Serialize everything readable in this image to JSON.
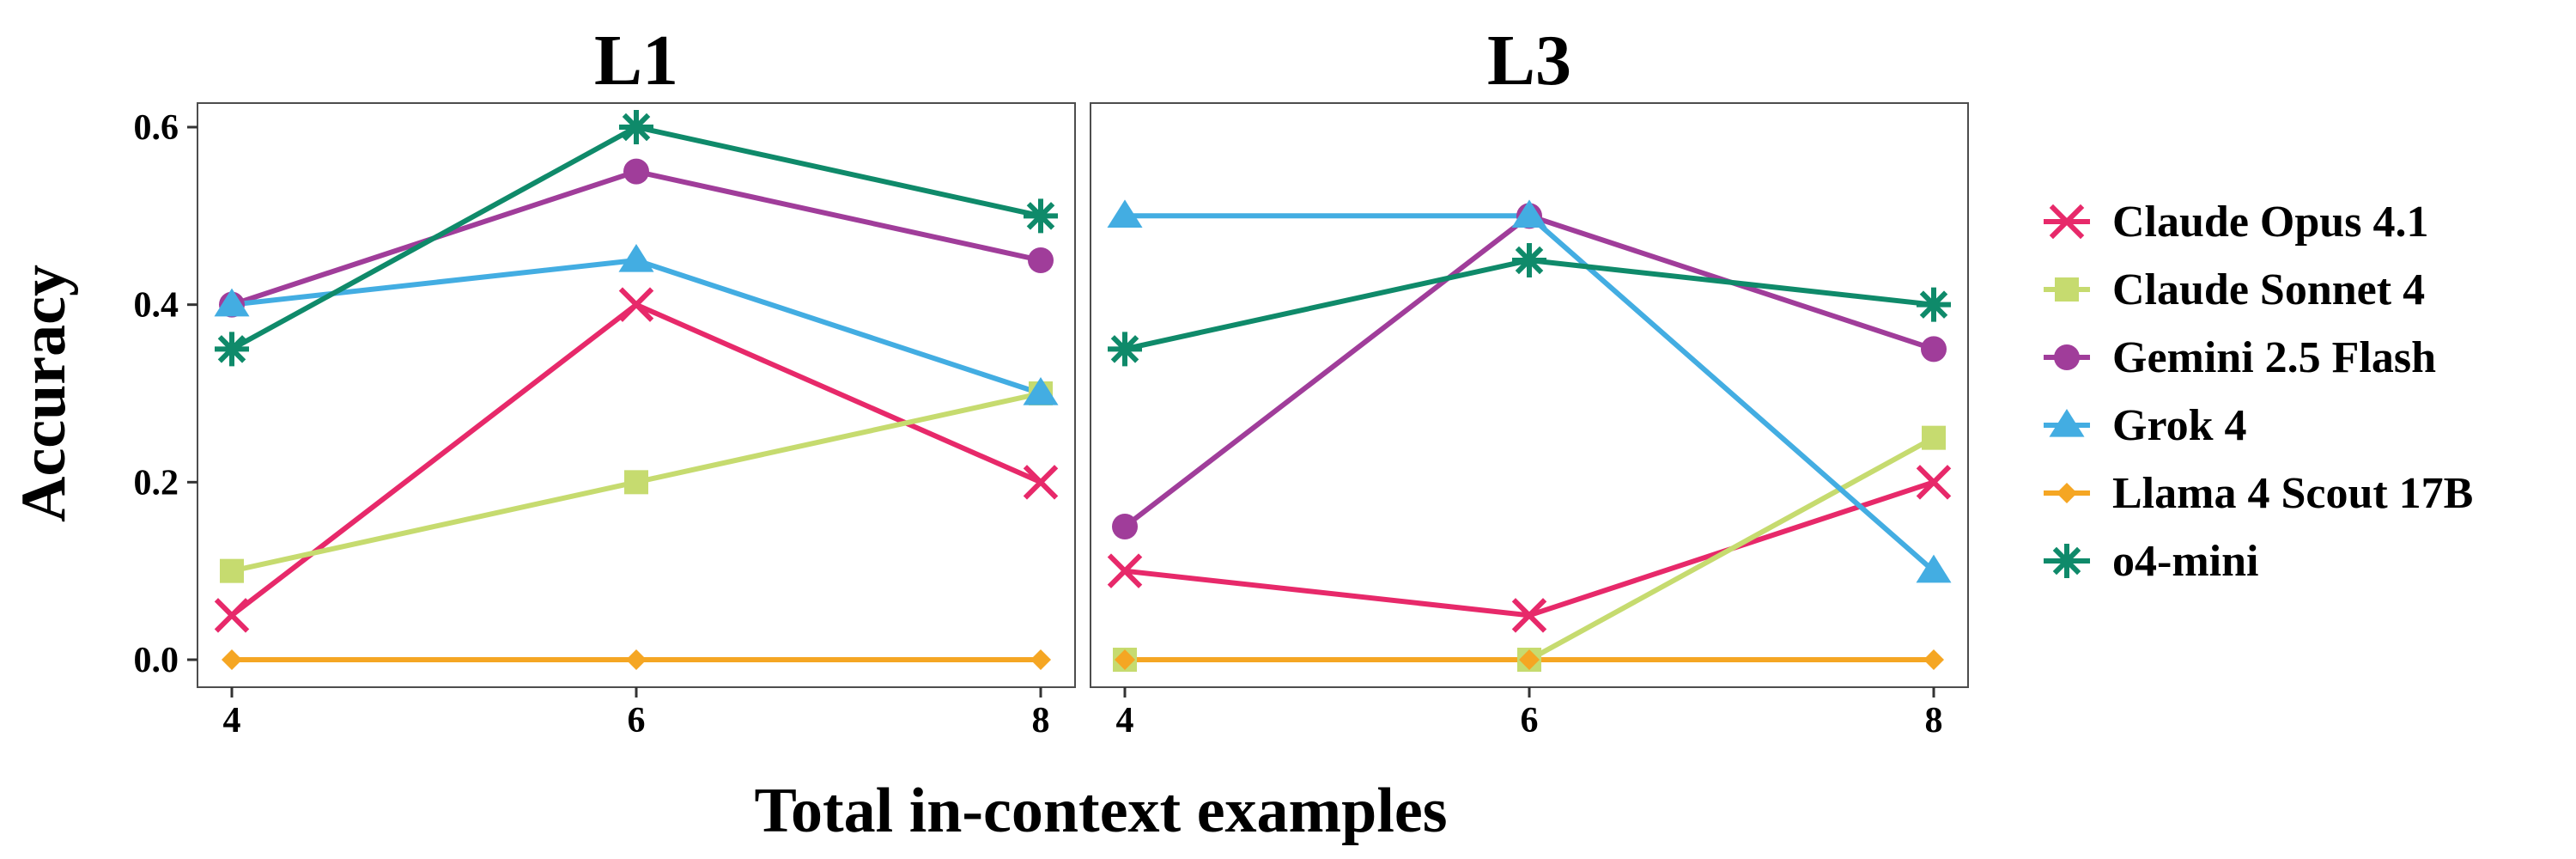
{
  "chart_data": {
    "type": "line",
    "ylabel": "Accuracy",
    "xlabel": "Total in-context examples",
    "x": [
      4,
      6,
      8
    ],
    "x_tick_labels": [
      "4",
      "6",
      "8"
    ],
    "y_tick_labels": [
      "0.0",
      "0.2",
      "0.4",
      "0.6"
    ],
    "xlim": [
      4,
      8
    ],
    "ylim": [
      0,
      0.6
    ],
    "grid": false,
    "legend_position": "right",
    "panels": [
      {
        "title": "L1",
        "series": [
          {
            "name": "Claude Opus 4.1",
            "values": [
              0.05,
              0.4,
              0.2
            ]
          },
          {
            "name": "Claude Sonnet 4",
            "values": [
              0.1,
              0.2,
              0.3
            ]
          },
          {
            "name": "Gemini 2.5 Flash",
            "values": [
              0.4,
              0.55,
              0.45
            ]
          },
          {
            "name": "Grok 4",
            "values": [
              0.4,
              0.45,
              0.3
            ]
          },
          {
            "name": "Llama 4 Scout 17B",
            "values": [
              0.0,
              0.0,
              0.0
            ]
          },
          {
            "name": "o4-mini",
            "values": [
              0.35,
              0.6,
              0.5
            ]
          }
        ]
      },
      {
        "title": "L3",
        "series": [
          {
            "name": "Claude Opus 4.1",
            "values": [
              0.1,
              0.05,
              0.2
            ]
          },
          {
            "name": "Claude Sonnet 4",
            "values": [
              0.0,
              0.0,
              0.25
            ]
          },
          {
            "name": "Gemini 2.5 Flash",
            "values": [
              0.15,
              0.5,
              0.35
            ]
          },
          {
            "name": "Grok 4",
            "values": [
              0.5,
              0.5,
              0.1
            ]
          },
          {
            "name": "Llama 4 Scout 17B",
            "values": [
              0.0,
              0.0,
              0.0
            ]
          },
          {
            "name": "o4-mini",
            "values": [
              0.35,
              0.45,
              0.4
            ]
          }
        ]
      }
    ],
    "series_styles": [
      {
        "name": "Claude Opus 4.1",
        "color": "#e7296a",
        "marker": "x"
      },
      {
        "name": "Claude Sonnet 4",
        "color": "#c6db6f",
        "marker": "square"
      },
      {
        "name": "Gemini 2.5 Flash",
        "color": "#a03d9a",
        "marker": "circle"
      },
      {
        "name": "Grok 4",
        "color": "#43ade2",
        "marker": "triangle"
      },
      {
        "name": "Llama 4 Scout 17B",
        "color": "#f5a623",
        "marker": "diamond"
      },
      {
        "name": "o4-mini",
        "color": "#0f8a6a",
        "marker": "asterisk"
      }
    ]
  }
}
